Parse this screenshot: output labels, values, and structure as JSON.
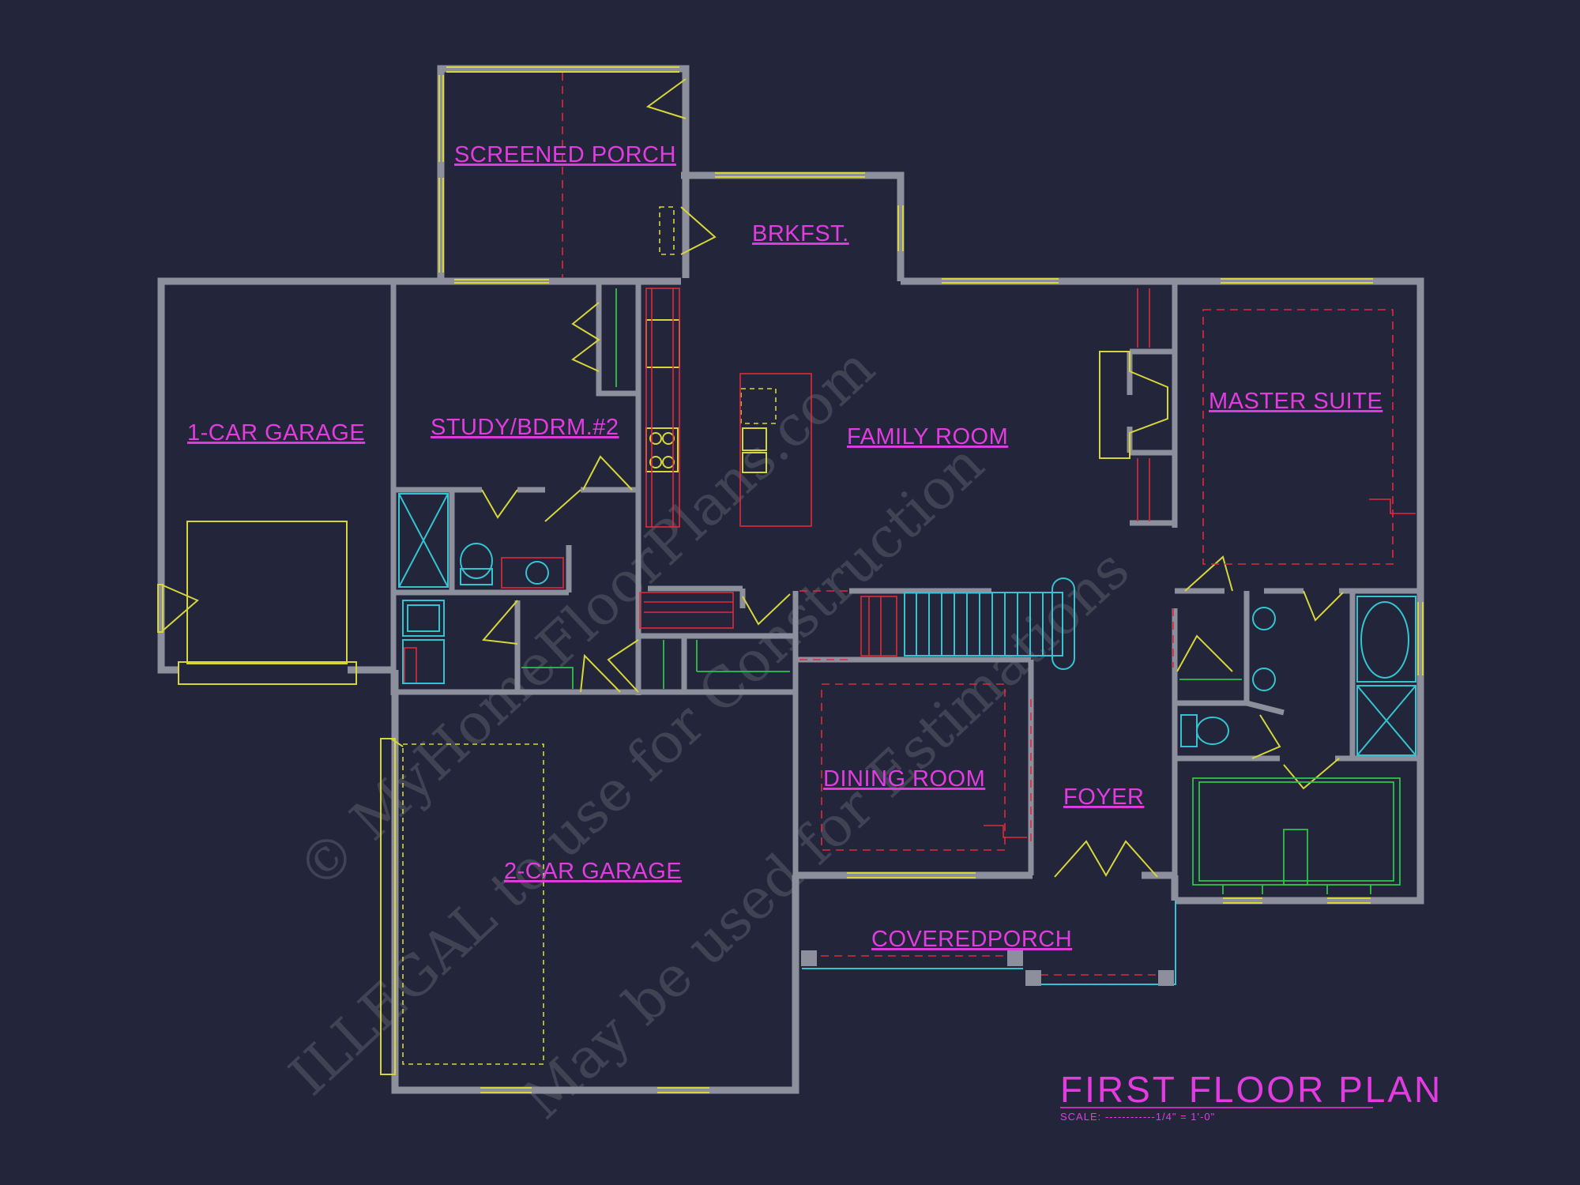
{
  "plan": {
    "title": "FIRST FLOOR PLAN",
    "scale": "SCALE: ------------1/4\" = 1'-0\"",
    "rooms": {
      "screened_porch": "SCREENED PORCH",
      "brkfst": "BRKFST.",
      "one_car_garage": "1-CAR GARAGE",
      "study": "STUDY/BDRM.#2",
      "family_room": "FAMILY ROOM",
      "master_suite": "MASTER SUITE",
      "dining_room": "DINING ROOM",
      "foyer": "FOYER",
      "two_car_garage": "2-CAR GARAGE",
      "covered_porch": "COVEREDPORCH"
    },
    "watermark": {
      "line1": "© MyHomeFloorPlans.com",
      "line2": "ILLEGAL to use for Construction",
      "line3": "May be used for Estimations"
    }
  },
  "colors": {
    "background": "#23263a",
    "walls": "#8d8f9c",
    "labels": "#e23ce0",
    "windows_doors": "#d6d63a",
    "fixtures": "#34c4d0",
    "dashed_red": "#e02a3a",
    "cabinets": "#2ec24a"
  }
}
